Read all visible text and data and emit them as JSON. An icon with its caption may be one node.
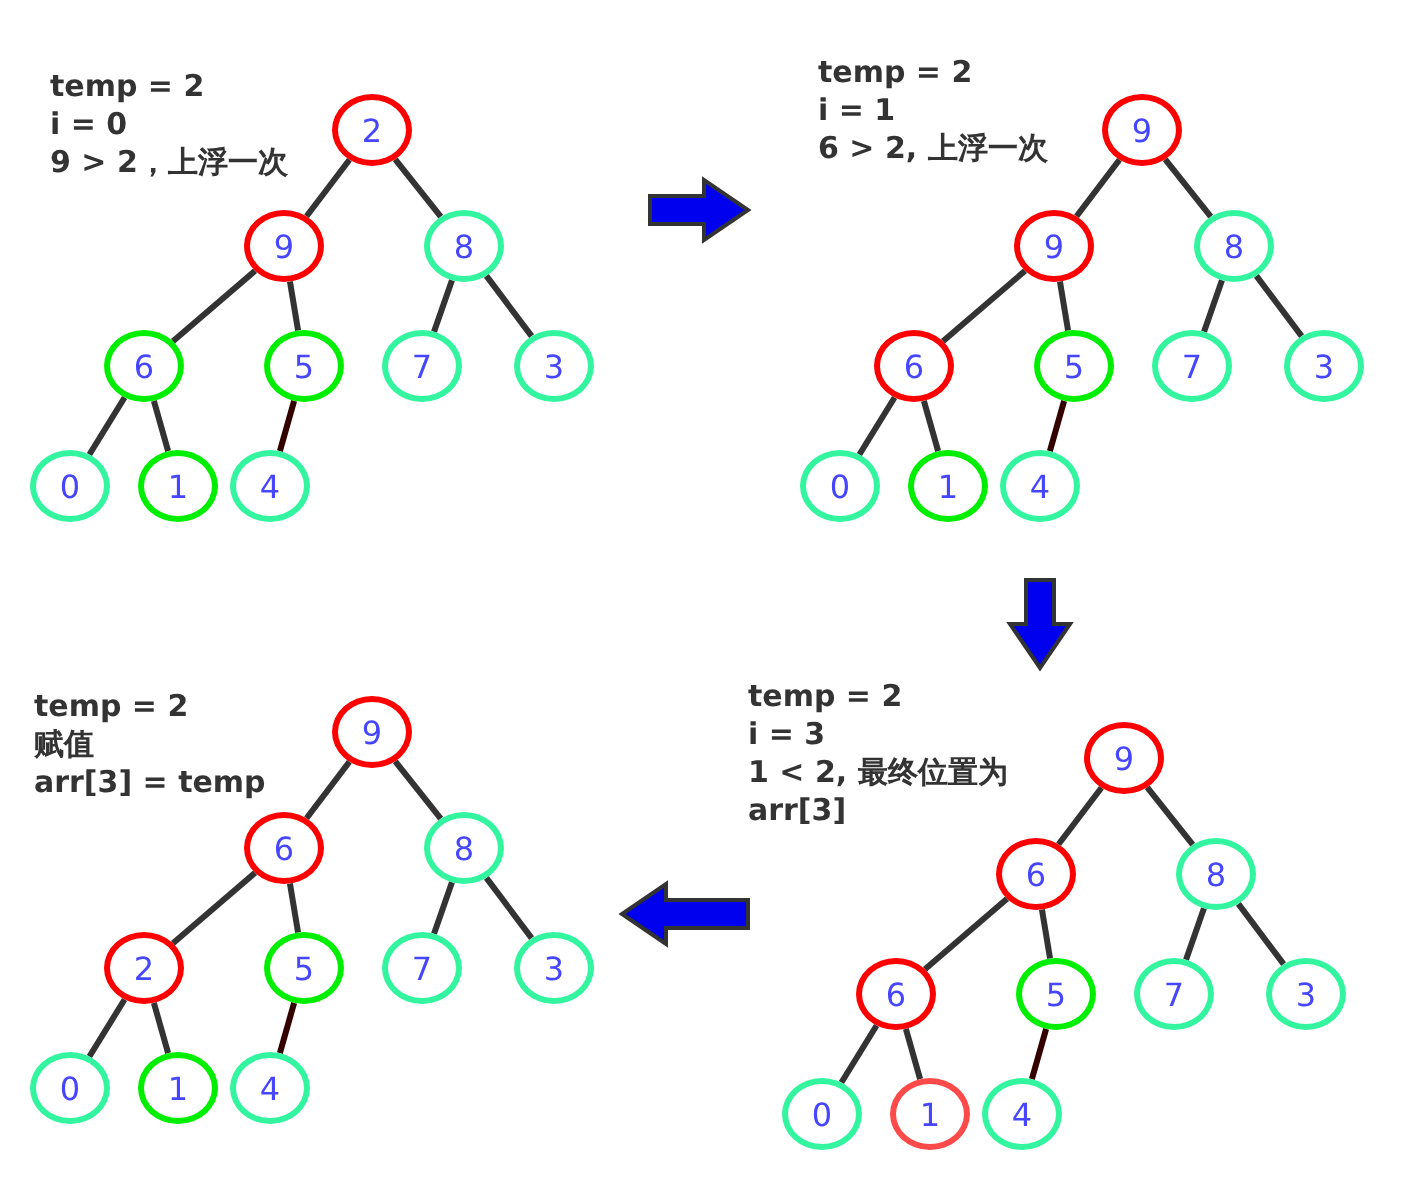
{
  "diagram": {
    "nodes": [
      {
        "text": [
          "temp = 2",
          "i = 0",
          "9 > 2，上浮一次"
        ]
      },
      {
        "text": [
          "2"
        ],
        "in": 0
      },
      {
        "text": [
          "9"
        ],
        "in": 0
      },
      {
        "text": [
          "8"
        ],
        "in": 0
      },
      {
        "text": [
          "6"
        ],
        "in": 0
      },
      {
        "text": [
          "5"
        ],
        "in": 0
      },
      {
        "text": [
          "7"
        ],
        "in": 0
      },
      {
        "text": [
          "3"
        ],
        "in": 0
      },
      {
        "text": [
          "0"
        ],
        "in": 0
      },
      {
        "text": [
          "1"
        ],
        "in": 0
      },
      {
        "text": [
          "4"
        ],
        "in": 0
      },
      {
        "text": [
          "temp = 2",
          "i = 1",
          "6 > 2, 上浮一次"
        ]
      },
      {
        "text": [
          "9"
        ],
        "in": 11
      },
      {
        "text": [
          "9"
        ],
        "in": 11
      },
      {
        "text": [
          "8"
        ],
        "in": 11
      },
      {
        "text": [
          "6"
        ],
        "in": 11
      },
      {
        "text": [
          "5"
        ],
        "in": 11
      },
      {
        "text": [
          "7"
        ],
        "in": 11
      },
      {
        "text": [
          "3"
        ],
        "in": 11
      },
      {
        "text": [
          "0"
        ],
        "in": 11
      },
      {
        "text": [
          "1"
        ],
        "in": 11
      },
      {
        "text": [
          "4"
        ],
        "in": 11
      },
      {
        "text": [
          "temp = 2",
          "赋值",
          "arr[3] = temp"
        ]
      },
      {
        "text": [
          "9"
        ],
        "in": 22
      },
      {
        "text": [
          "6"
        ],
        "in": 22
      },
      {
        "text": [
          "8"
        ],
        "in": 22
      },
      {
        "text": [
          "2"
        ],
        "in": 22
      },
      {
        "text": [
          "5"
        ],
        "in": 22
      },
      {
        "text": [
          "7"
        ],
        "in": 22
      },
      {
        "text": [
          "3"
        ],
        "in": 22
      },
      {
        "text": [
          "0"
        ],
        "in": 22
      },
      {
        "text": [
          "1"
        ],
        "in": 22
      },
      {
        "text": [
          "4"
        ],
        "in": 22
      },
      {
        "text": [
          "temp = 2",
          "i = 3",
          "1 < 2, 最终位置为 arr[3]"
        ]
      },
      {
        "text": [
          "9"
        ],
        "in": 33
      },
      {
        "text": [
          "6"
        ],
        "in": 33
      },
      {
        "text": [
          "8"
        ],
        "in": 33
      },
      {
        "text": [
          "6"
        ],
        "in": 33
      },
      {
        "text": [
          "5"
        ],
        "in": 33
      },
      {
        "text": [
          "7"
        ],
        "in": 33
      },
      {
        "text": [
          "3"
        ],
        "in": 33
      },
      {
        "text": [
          "0"
        ],
        "in": 33
      },
      {
        "text": [
          "1"
        ],
        "in": 33
      },
      {
        "text": [
          "4"
        ],
        "in": 33
      }
    ],
    "edges": [
      {
        "from": 1,
        "to": 2,
        "arrow": "none"
      },
      {
        "from": 1,
        "to": 3,
        "arrow": "none"
      },
      {
        "from": 2,
        "to": 4,
        "arrow": "none"
      },
      {
        "from": 2,
        "to": 5,
        "arrow": "none"
      },
      {
        "from": 3,
        "to": 6,
        "arrow": "none"
      },
      {
        "from": 3,
        "to": 7,
        "arrow": "none"
      },
      {
        "from": 4,
        "to": 8,
        "arrow": "none"
      },
      {
        "from": 4,
        "to": 9,
        "arrow": "none"
      },
      {
        "from": 5,
        "to": 10,
        "arrow": "none",
        "color": "#330000"
      },
      {
        "from": 12,
        "to": 13,
        "arrow": "none"
      },
      {
        "from": 12,
        "to": 14,
        "arrow": "none"
      },
      {
        "from": 13,
        "to": 15,
        "arrow": "none"
      },
      {
        "from": 13,
        "to": 16,
        "arrow": "none"
      },
      {
        "from": 14,
        "to": 17,
        "arrow": "none"
      },
      {
        "from": 14,
        "to": 18,
        "arrow": "none"
      },
      {
        "from": 15,
        "to": 19,
        "arrow": "none"
      },
      {
        "from": 15,
        "to": 20,
        "arrow": "none"
      },
      {
        "from": 16,
        "to": 21,
        "arrow": "none",
        "color": "#330000"
      },
      {
        "from": 23,
        "to": 24,
        "arrow": "none"
      },
      {
        "from": 23,
        "to": 25,
        "arrow": "none"
      },
      {
        "from": 24,
        "to": 26,
        "arrow": "none"
      },
      {
        "from": 24,
        "to": 27,
        "arrow": "none"
      },
      {
        "from": 25,
        "to": 28,
        "arrow": "none"
      },
      {
        "from": 25,
        "to": 29,
        "arrow": "none"
      },
      {
        "from": 26,
        "to": 30,
        "arrow": "none"
      },
      {
        "from": 26,
        "to": 31,
        "arrow": "none"
      },
      {
        "from": 27,
        "to": 32,
        "arrow": "none",
        "color": "#330000"
      },
      {
        "from": 34,
        "to": 35,
        "arrow": "none"
      },
      {
        "from": 34,
        "to": 36,
        "arrow": "none"
      },
      {
        "from": 35,
        "to": 37,
        "arrow": "none"
      },
      {
        "from": 35,
        "to": 38,
        "arrow": "none"
      },
      {
        "from": 36,
        "to": 39,
        "arrow": "none"
      },
      {
        "from": 36,
        "to": 40,
        "arrow": "none"
      },
      {
        "from": 37,
        "to": 41,
        "arrow": "none"
      },
      {
        "from": 37,
        "to": 42,
        "arrow": "none"
      },
      {
        "from": 38,
        "to": 43,
        "arrow": "none",
        "color": "#330000"
      },
      {
        "from": 0,
        "to": 11,
        "arrow": "to",
        "style": "thick",
        "color": "#0000ee"
      },
      {
        "from": 11,
        "to": 33,
        "arrow": "to",
        "style": "thick",
        "color": "#0000ee"
      },
      {
        "from": 33,
        "to": 22,
        "arrow": "to",
        "style": "thick",
        "color": "#0000ee"
      }
    ]
  }
}
